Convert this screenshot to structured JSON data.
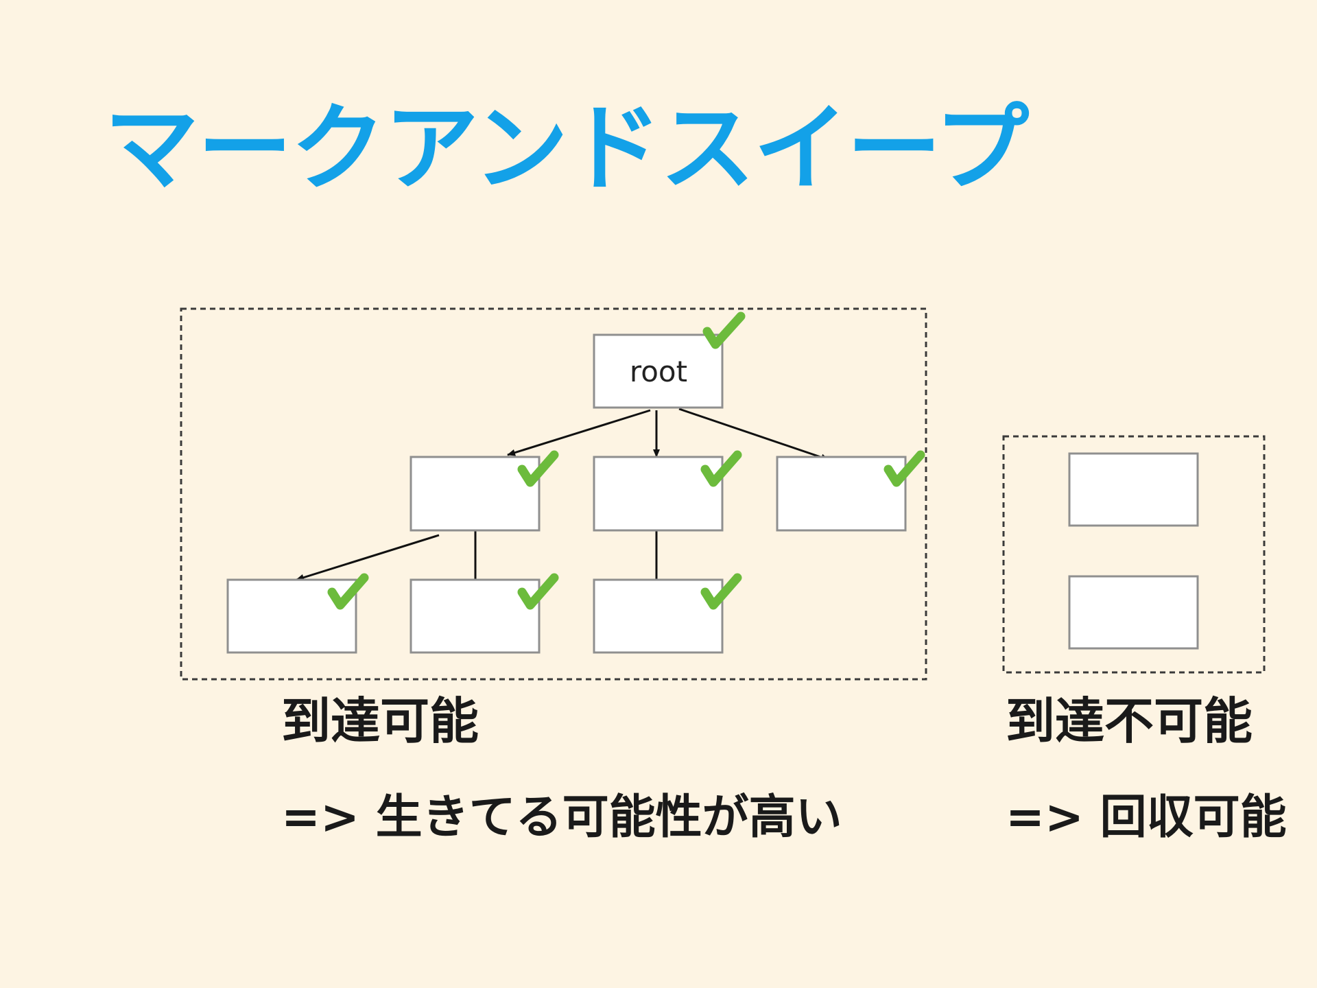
{
  "title": "マークアンドスイープ",
  "diagram": {
    "root_label": "root",
    "colors": {
      "check": "#6cbb3c",
      "node_border": "#8f8f8f",
      "node_fill": "#ffffff",
      "edge": "#111111",
      "group_border": "#3a3a3a"
    },
    "icons": [
      "check-icon"
    ]
  },
  "captions": {
    "reachable": "到達可能",
    "reachable_note": "=> 生きてる可能性が高い",
    "unreachable": "到達不可能",
    "unreachable_note": "=> 回収可能"
  }
}
